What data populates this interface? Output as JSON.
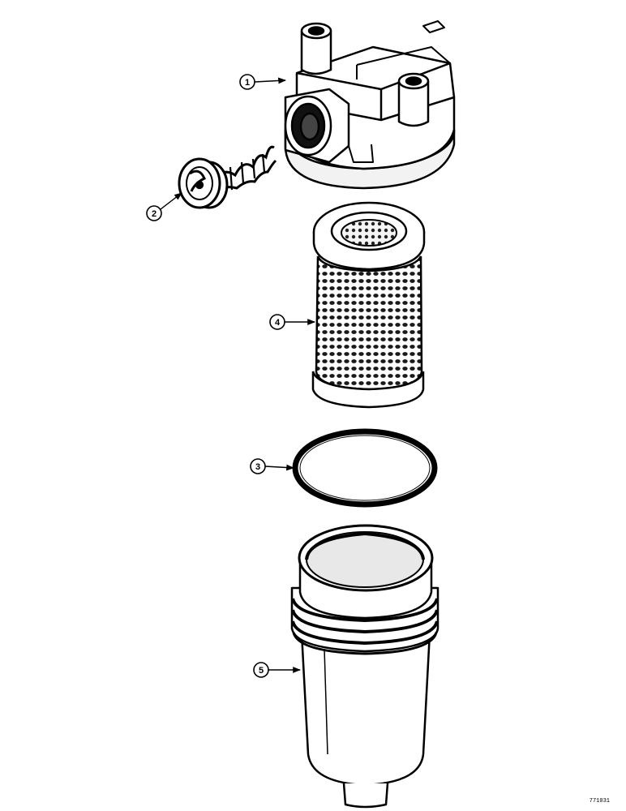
{
  "figure_id": "771031",
  "callouts": [
    {
      "number": "1",
      "part": "filter-head"
    },
    {
      "number": "2",
      "part": "relief-valve"
    },
    {
      "number": "3",
      "part": "o-ring"
    },
    {
      "number": "4",
      "part": "filter-element"
    },
    {
      "number": "5",
      "part": "filter-bowl"
    }
  ],
  "colors": {
    "ink": "#000000",
    "paper": "#ffffff",
    "shade": "#e8e8e8"
  }
}
